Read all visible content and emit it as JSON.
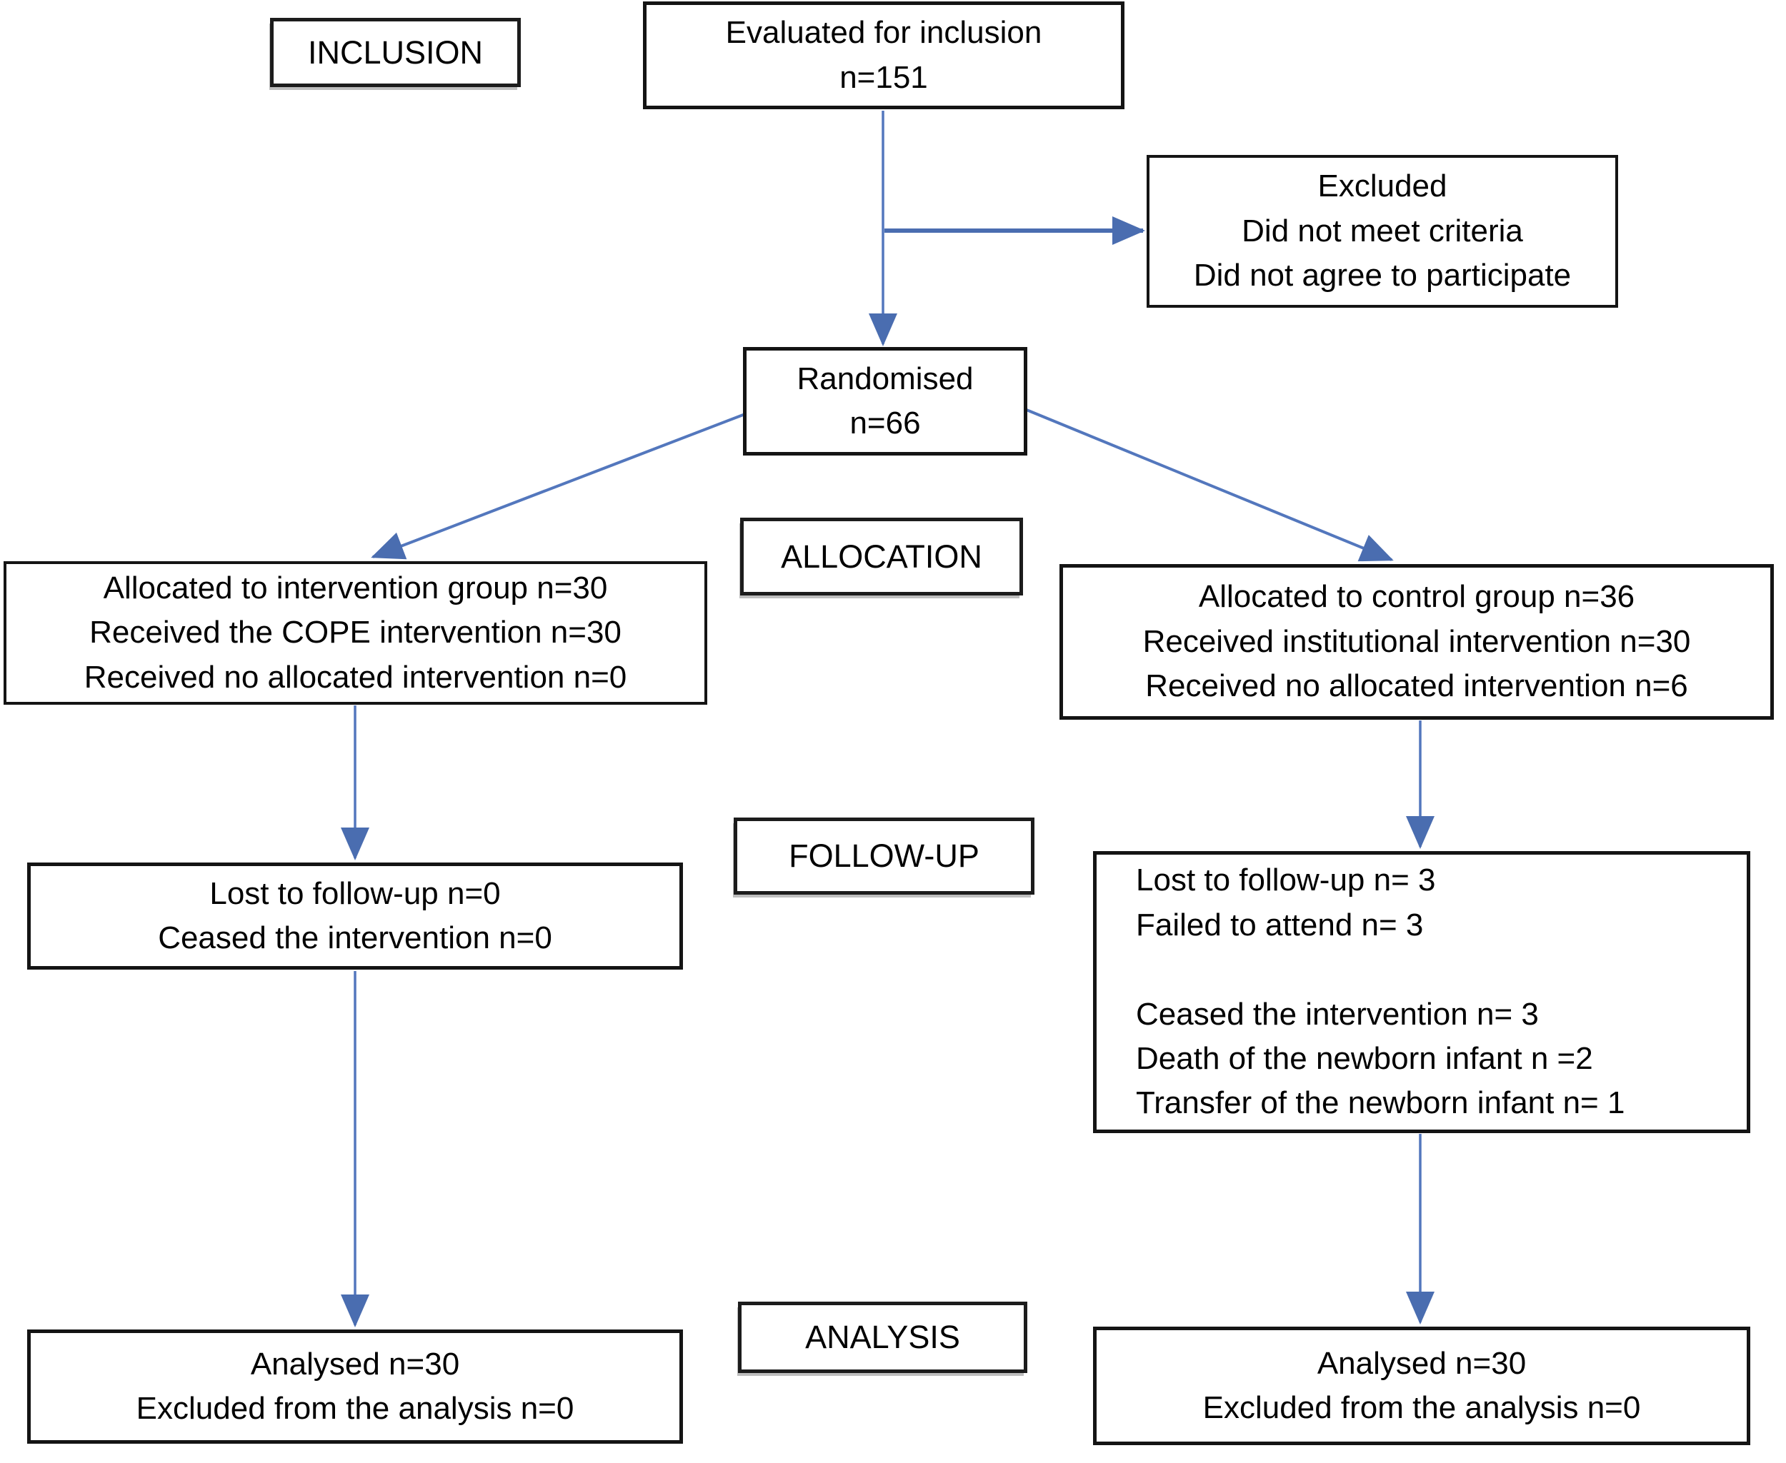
{
  "figure": {
    "type": "consort-flow-diagram",
    "colors": {
      "background": "#ffffff",
      "arrow": "#4a6db0",
      "arrow_line": "#5377bd",
      "box_border": "#141414"
    },
    "stages": {
      "inclusion": "INCLUSION",
      "allocation": "ALLOCATION",
      "followup": "FOLLOW-UP",
      "analysis": "ANALYSIS"
    },
    "boxes": {
      "evaluated": {
        "lines": [
          "Evaluated for inclusion",
          "n=151"
        ]
      },
      "excluded": {
        "lines": [
          "Excluded",
          "Did not meet criteria",
          "Did not agree to participate"
        ]
      },
      "randomised": {
        "lines": [
          "Randomised",
          "n=66"
        ]
      },
      "alloc_intervention": {
        "lines": [
          "Allocated to intervention group n=30",
          "Received the COPE intervention n=30",
          "Received no allocated intervention n=0"
        ]
      },
      "alloc_control": {
        "lines": [
          "Allocated to control group n=36",
          "Received institutional intervention n=30",
          "Received no allocated intervention n=6"
        ]
      },
      "followup_intervention": {
        "lines": [
          "Lost to follow-up n=0",
          "Ceased the intervention n=0"
        ]
      },
      "followup_control": {
        "lines": [
          "Lost to follow-up n= 3",
          "Failed to attend n= 3",
          "",
          "Ceased the intervention n= 3",
          "Death of the newborn infant n =2",
          "Transfer of the newborn infant n= 1"
        ]
      },
      "analysis_intervention": {
        "lines": [
          "Analysed n=30",
          "Excluded from the analysis n=0"
        ]
      },
      "analysis_control": {
        "lines": [
          "Analysed n=30",
          "Excluded from the analysis n=0"
        ]
      }
    }
  }
}
